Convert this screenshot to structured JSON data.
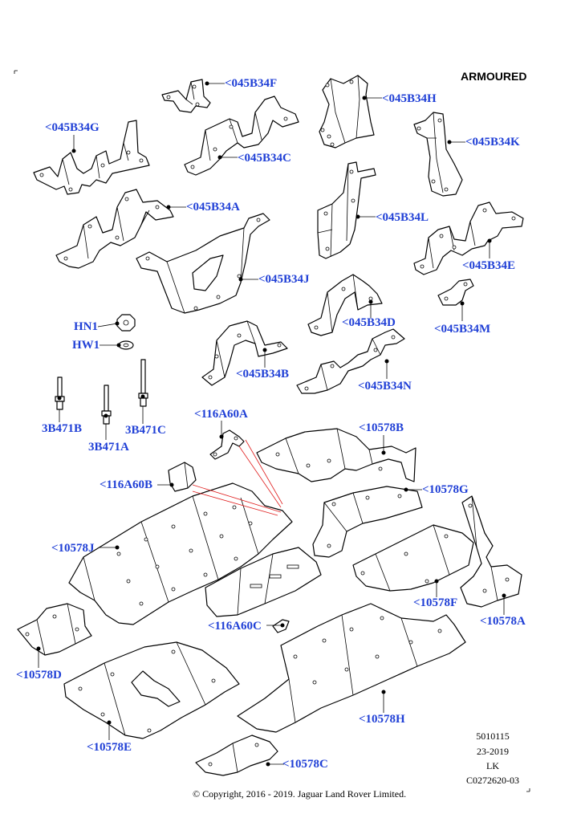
{
  "heading": "ARMOURED",
  "callouts": {
    "c045B34F": "<045B34F",
    "c045B34H": "<045B34H",
    "c045B34G": "<045B34G",
    "c045B34K": "<045B34K",
    "c045B34C": "<045B34C",
    "c045B34A": "<045B34A",
    "c045B34L": "<045B34L",
    "c045B34E": "<045B34E",
    "c045B34J": "<045B34J",
    "c045B34D": "<045B34D",
    "c045B34M": "<045B34M",
    "c045B34B": "<045B34B",
    "c045B34N": "<045B34N",
    "cHN1": "HN1",
    "cHW1": "HW1",
    "c3B471B": "3B471B",
    "c3B471A": "3B471A",
    "c3B471C": "3B471C",
    "c116A60A": "<116A60A",
    "c10578B": "<10578B",
    "c116A60B": "<116A60B",
    "c10578G": "<10578G",
    "c10578J": "<10578J",
    "c10578F": "<10578F",
    "c10578A": "<10578A",
    "c116A60C": "<116A60C",
    "c10578D": "<10578D",
    "c10578H": "<10578H",
    "c10578E": "<10578E",
    "c10578C": "<10578C"
  },
  "meta": {
    "illustration_no": "5010115",
    "date": "23-2019",
    "author": "LK",
    "ref": "C0272620-03"
  },
  "copyright": "© Copyright, 2016 - 2019. Jaguar Land Rover Limited."
}
